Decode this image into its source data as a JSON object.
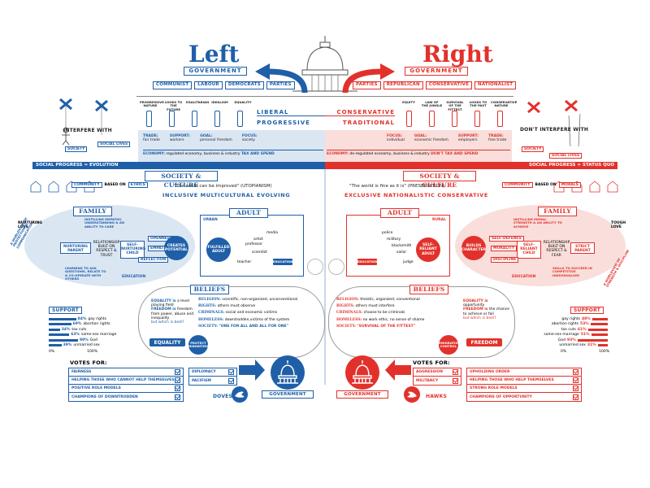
{
  "header": {
    "left_title": "Left",
    "right_title": "Right",
    "gov_label": "GOVERNMENT",
    "left_parties": [
      "COMMUNIST",
      "LABOUR",
      "DEMOCRATS",
      "PARTIES"
    ],
    "right_parties": [
      "PARTIES",
      "REPUBLICAN",
      "CONSERVATIVE",
      "NATIONALIST"
    ]
  },
  "pillars": {
    "left": [
      "PROGRESSIVE NATURE",
      "LOOKS TO THE FUTURE",
      "EGALITARIAN",
      "IDEALISM",
      "EQUALITY"
    ],
    "right": [
      "EQUITY",
      "LAW OF THE JUNGLE",
      "SURVIVAL OF THE FITTEST",
      "LOOKS TO THE PAST",
      "CONSERVATIVE NATURE"
    ],
    "left_label_1": "LIBERAL",
    "left_label_2": "PROGRESSIVE",
    "right_label_1": "CONSERVATIVE",
    "right_label_2": "TRADITIONAL"
  },
  "left_base": {
    "trade_k": "TRADE:",
    "trade_v": "fair trade",
    "support_k": "SUPPORT:",
    "support_v": "workers",
    "goal_k": "GOAL:",
    "goal_v": "personal freedom",
    "focus_k": "FOCUS:",
    "focus_v": "society",
    "economy_k": "ECONOMY:",
    "economy_v": "regulated economy, business & industry",
    "economy_tag": "TAX AND SPEND",
    "progress_k": "SOCIAL PROGRESS",
    "progress_v": "EVOLUTION"
  },
  "right_base": {
    "focus_k": "FOCUS:",
    "focus_v": "individual",
    "goal_k": "GOAL:",
    "goal_v": "economic freedom",
    "support_k": "SUPPORT:",
    "support_v": "employers",
    "trade_k": "TRADE:",
    "trade_v": "free trade",
    "economy_k": "ECONOMY:",
    "economy_v": "de-regulated economy, business & industry",
    "economy_tag": "DON'T TAX AND SPEND",
    "progress_k": "SOCIAL PROGRESS",
    "progress_v": "STATUS QUO"
  },
  "figures": {
    "left_label": "INTERFERE WITH",
    "left_sub_1": "SOCIETY",
    "left_sub_2": "SOCIAL LIVES",
    "right_label": "DON'T INTERFERE WITH",
    "right_sub_1": "SOCIETY",
    "right_sub_2": "SOCIAL LIVES"
  },
  "society": {
    "title": "SOCIETY & CULTURE",
    "left_based": "BASED ON",
    "left_community": "COMMUNITY",
    "left_on": "ETHICS",
    "left_quote": "\"The world can be improved\" (UTOPIANISM)",
    "left_traits": "INCLUSIVE  MULTICULTURAL  EVOLVING",
    "right_community": "COMMUNITY",
    "right_based": "BASED ON",
    "right_on": "MORALS",
    "right_quote": "\"The world is fine as it is\" (PRESERVATION)",
    "right_traits": "EXCLUSIVE  NATIONALISTIC  CONSERVATIVE"
  },
  "family": {
    "title": "FAMILY",
    "left": {
      "nurturing_love": "NURTURING LOVE",
      "parent": "NURTURING PARENT",
      "child": "SELF-NURTURING CHILD",
      "relationship": "RELATIONSHIP BUILT ON RESPECT & TRUST",
      "openness": "OPENNESS",
      "empathy": "EMPATHY",
      "reflection": "REFLECTION",
      "learning": "LEARNING TO ASK QUESTIONS, RELATE TO & CO-OPERATE WITH OTHERS",
      "education": "EDUCATION",
      "creates": "CREATES POTENTIAL",
      "arc": "A WORLDVIEW OF PROTECTION & COMMUNICATION",
      "top_note": "INSTILLING EMPATHY, UNDERSTANDING & AN ABILITY TO CARE"
    },
    "right": {
      "tough_love": "TOUGH LOVE",
      "parent": "STRICT PARENT",
      "child": "SELF-RELIANT CHILD",
      "relationship": "RELATIONSHIP BUILT ON RESPECT & FEAR",
      "self_defence": "SELF-DEFENCE",
      "morality": "MORALITY",
      "discipline": "DISCIPLINE",
      "skills": "SKILLS TO SUCCEED IN COMPETITIVE INDIVIDUALISM",
      "education": "EDUCATION",
      "builds": "BUILDS CHARACTER",
      "arc": "A WORLDVIEW OF STRENGTH & DISCIPLINE",
      "top_note": "INSTILLING MORAL STRENGTH & AN ABILITY TO ACHIEVE"
    }
  },
  "adult": {
    "title": "ADULT",
    "left_tag": "URBAN",
    "right_tag": "RURAL",
    "left_center": "FULFILLED ADULT",
    "right_center": "SELF-RELIANT ADULT",
    "left_roles": [
      "media",
      "artist",
      "professor",
      "scientist",
      "teacher"
    ],
    "right_roles": [
      "police",
      "military",
      "blacksmith",
      "sailor",
      "judge"
    ],
    "left_box": "EDUCATION",
    "right_box": "EDUCATION"
  },
  "beliefs": {
    "title": "BELIEFS",
    "left": {
      "religion_k": "RELIGION:",
      "religion_v": "scientific, non-organized, unconventional",
      "rights_k": "RIGHTS:",
      "rights_v": "others must observe",
      "criminals_k": "CRIMINALS:",
      "criminals_v": "social and economic victims",
      "homeless_k": "HOMELESS:",
      "homeless_v": "downtrodden,victims of the system",
      "society_k": "SOCIETY:",
      "society_v": "\"ONE FOR ALL AND ALL FOR ONE\"",
      "equality_1": "EQUALITY is",
      "equality_2": "a level playing field",
      "equality_3": "FREEDOM is",
      "equality_4": "freedom from power, abuse and inequality",
      "equality_q": "but which is best?",
      "badge": "EQUALITY",
      "protect": "PROTECT MINORITIES"
    },
    "right": {
      "religion_k": "RELIGION:",
      "religion_v": "theistic, organized, conventional",
      "rights_k": "RIGHTS:",
      "rights_v": "others must interfere",
      "criminals_k": "CRIMINALS:",
      "criminals_v": "choose to be criminals",
      "homeless_k": "HOMELESS:",
      "homeless_v": "no work ethic, no sense of shame",
      "society_k": "SOCIETY:",
      "society_v": "\"SURVIVAL OF THE FITTEST\"",
      "equality_1": "EQUALITY is",
      "equality_2": "opportunity",
      "equality_3": "FREEDOM is",
      "equality_4": "the chance to achieve or fail",
      "equality_q": "but which is best?",
      "badge": "FREEDOM",
      "immigration": "IMMIGRATION CONTROL"
    }
  },
  "support": {
    "title": "SUPPORT",
    "left": [
      {
        "pct": "84%",
        "label": "gay rights",
        "value": 84
      },
      {
        "pct": "69%",
        "label": "abortion rights",
        "value": 69
      },
      {
        "pct": "34%",
        "label": "tax cuts",
        "value": 34
      },
      {
        "pct": "63%",
        "label": "same-sex marriage",
        "value": 63
      },
      {
        "pct": "90%",
        "label": "God",
        "value": 90
      },
      {
        "pct": "39%",
        "label": "unmarried sex",
        "value": 39
      }
    ],
    "right": [
      {
        "pct": "48%",
        "label": "gay rights",
        "value": 48
      },
      {
        "pct": "53%",
        "label": "abortion rights",
        "value": 53
      },
      {
        "pct": "61%",
        "label": "tax cuts",
        "value": 61
      },
      {
        "pct": "51%",
        "label": "same-sex marriage",
        "value": 51
      },
      {
        "pct": "93%",
        "label": "God",
        "value": 93
      },
      {
        "pct": "31%",
        "label": "unmarried sex",
        "value": 31
      }
    ],
    "axis_left_0": "0%",
    "axis_left_100": "100%",
    "axis_right_0": "0%",
    "axis_right_100": "100%"
  },
  "votes": {
    "title": "VOTES FOR:",
    "left": [
      "FAIRNESS",
      "HELPING THOSE WHO CANNOT HELP THEMSELVES",
      "POSITIVE ROLE MODELS",
      "CHAMPIONS OF DOWNTRODDEN"
    ],
    "left_mid": [
      "DIPLOMACY",
      "PACIFISM"
    ],
    "left_bird": "DOVES",
    "right_mid": [
      "AGGRESSION",
      "MILITANCY"
    ],
    "right": [
      "UPHOLDING ORDER",
      "HELPING THOSE WHO HELP THEMSELVES",
      "STRONG ROLE MODELS",
      "CHAMPIONS OF OPPORTUNITY"
    ],
    "right_bird": "HAWKS",
    "gov_label": "GOVERNMENT"
  },
  "colors": {
    "left": "#1f5fa8",
    "right": "#e2312b",
    "left_tint": "#dbe6f3",
    "right_tint": "#f9dedb"
  }
}
